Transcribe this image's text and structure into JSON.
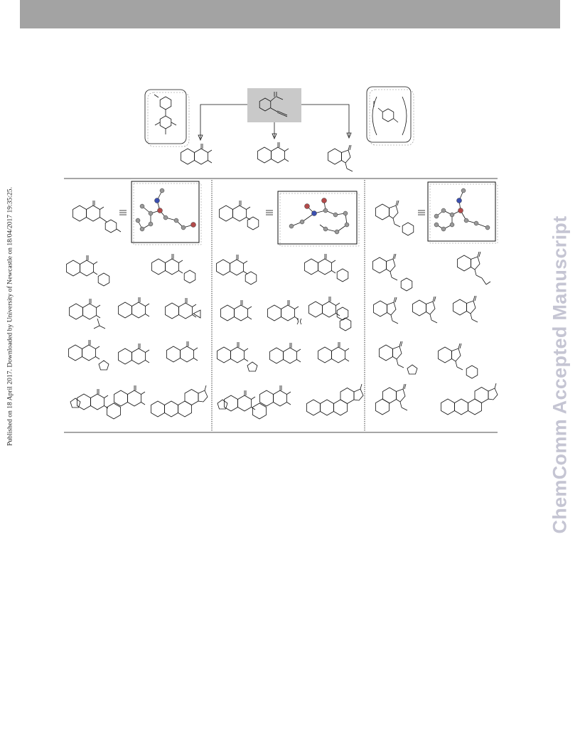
{
  "page": {
    "side_note": "Published on 18 April 2017. Downloaded by University of Newcastle on 18/04/2017 19:35:25.",
    "watermark": "ChemComm Accepted Manuscript"
  },
  "scheme": {
    "substrate_box_color": "#c9c9c9",
    "panel_columns": 3,
    "panel_rows": 5,
    "xray_panels": 3,
    "icons": [
      "biaryl-ligand-icon",
      "arene-ligand-icon",
      "xray-structure-icon",
      "equivalence-symbol-icon"
    ]
  }
}
